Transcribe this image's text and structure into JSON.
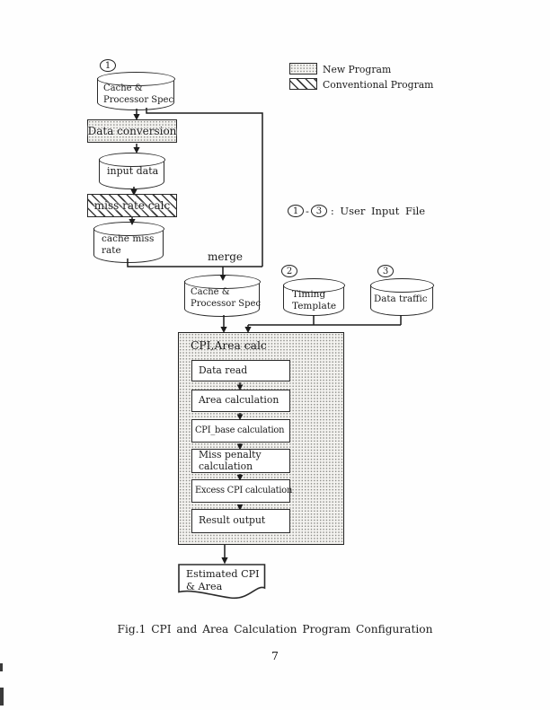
{
  "page": {
    "caption": "Fig.1 CPI and Area Calculation Program Configuration",
    "page_number": "7"
  },
  "legend": {
    "new_program": "New Program",
    "conventional_program": "Conventional Program",
    "user_input_note": {
      "from": "1",
      "dash": "-",
      "to": "3",
      "label": ": User Input File"
    }
  },
  "flow": {
    "spec_db_top": {
      "badge": "1",
      "line1": "Cache &",
      "line2": "Processor Spec"
    },
    "data_conversion": "Data conversion",
    "input_data": "input data",
    "miss_rate_calc": "miss rate calc",
    "cache_miss_rate": {
      "line1": "cache miss",
      "line2": "rate"
    },
    "merge_label": "merge",
    "spec_db_merged": {
      "line1": "Cache &",
      "line2": "Processor Spec"
    },
    "timing_template": {
      "badge": "2",
      "line1": "Timing",
      "line2": "Template"
    },
    "data_traffic": {
      "badge": "3",
      "line1": "Data traffic"
    },
    "cpi_area_calc": {
      "title": "CPI,Area calc",
      "steps": [
        "Data read",
        "Area calculation",
        "CPI_base calculation",
        "Miss penalty calculation",
        "Excess CPI calculation",
        "Result output"
      ]
    },
    "output_doc": {
      "line1": "Estimated CPI",
      "line2": "& Area"
    }
  },
  "colors": {
    "ink": "#1c1c1c",
    "paper": "#fefefe"
  }
}
